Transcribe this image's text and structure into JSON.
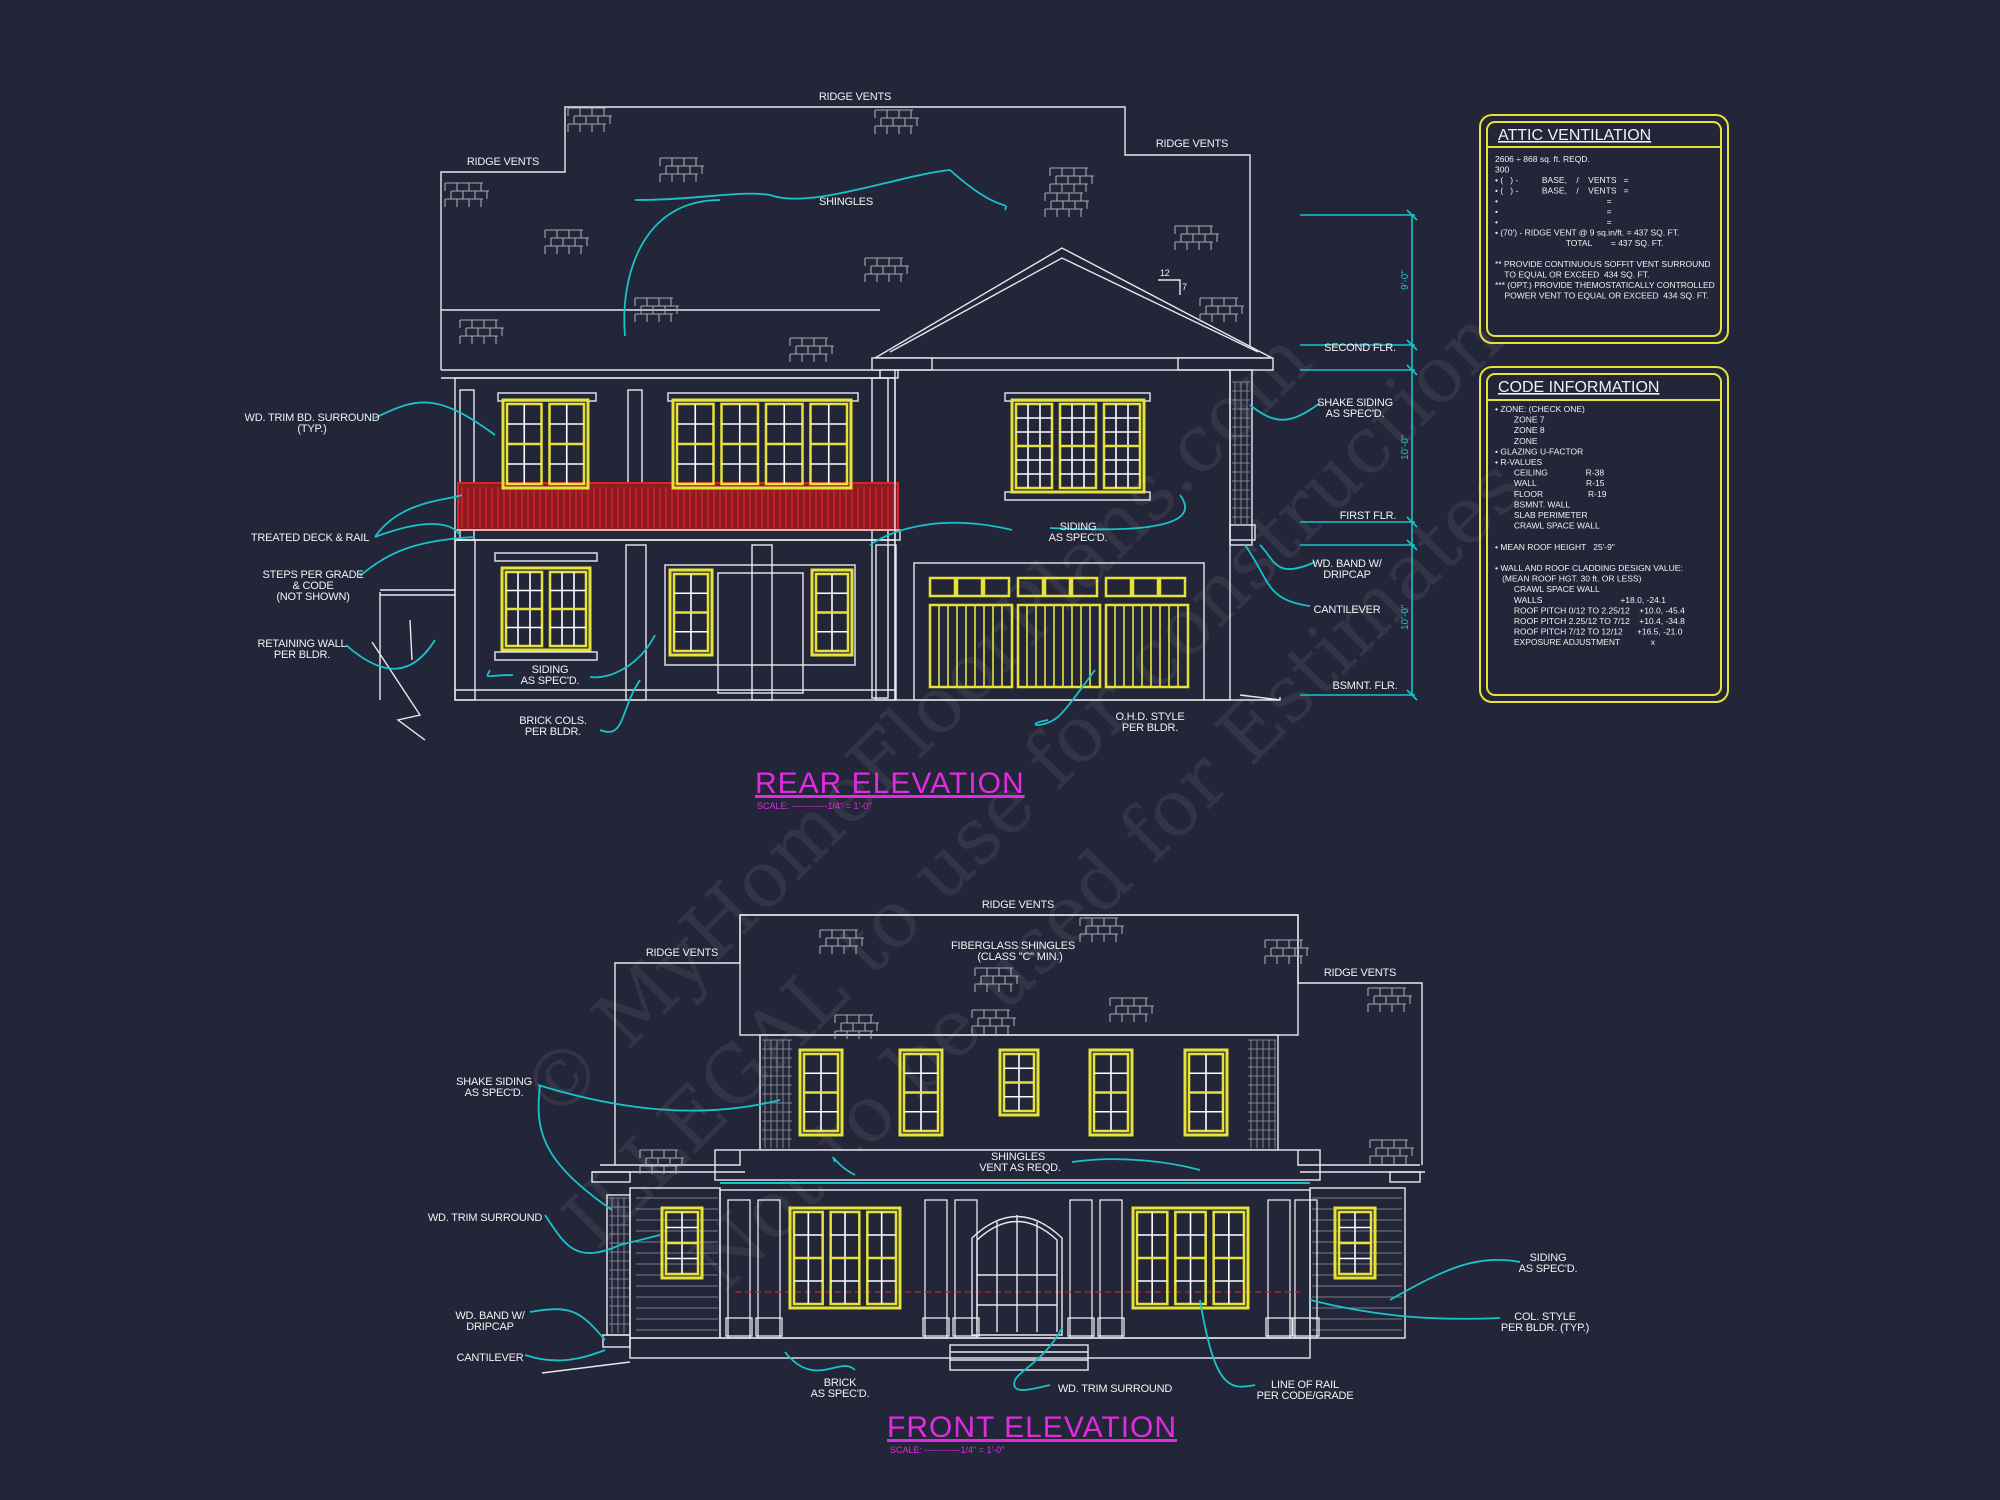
{
  "colors": {
    "background": "#232538",
    "linework": "#e8e8ec",
    "leader": "#19c3c9",
    "window": "#e6e23a",
    "rail": "#c8222a",
    "title": "#e02be0"
  },
  "watermark": [
    "© MyHomeFloorPlans.com",
    "ILLEGAL to use for construction",
    "Not to be used for Estimates"
  ],
  "rear": {
    "title": "REAR ELEVATION",
    "scale": "SCALE: ------------1/4\" = 1'-0\"",
    "labels": {
      "ridge_vents_top": "RIDGE VENTS",
      "ridge_vents_left": "RIDGE VENTS",
      "ridge_vents_right": "RIDGE VENTS",
      "shingles": "SHINGLES",
      "trim_1": "WD. TRIM BD. SURROUND",
      "trim_2": "(TYP.)",
      "deck": "TREATED DECK & RAIL",
      "steps_1": "STEPS PER GRADE",
      "steps_2": "& CODE",
      "steps_3": "(NOT SHOWN)",
      "retain_1": "RETAINING WALL",
      "retain_2": "PER BLDR.",
      "siding_l1": "SIDING",
      "siding_l2": "AS SPEC'D.",
      "siding_r1": "SIDING",
      "siding_r2": "AS SPEC'D.",
      "brick_1": "BRICK COLS.",
      "brick_2": "PER BLDR.",
      "ohd_1": "O.H.D. STYLE",
      "ohd_2": "PER BLDR.",
      "shake_1": "SHAKE SIDING",
      "shake_2": "AS SPEC'D.",
      "band_1": "WD. BAND W/",
      "band_2": "DRIPCAP",
      "cantilever": "CANTILEVER",
      "second_flr": "SECOND FLR.",
      "first_flr": "FIRST FLR.",
      "bsmnt_flr": "BSMNT. FLR.",
      "pitch_rise": "12",
      "pitch_run": "7"
    },
    "dimensions": [
      "9'-0\"",
      "10'-0\"",
      "10'-0\""
    ]
  },
  "front": {
    "title": "FRONT ELEVATION",
    "scale": "SCALE: ------------1/4\" = 1'-0\"",
    "labels": {
      "ridge_vents_top": "RIDGE VENTS",
      "ridge_vents_left": "RIDGE VENTS",
      "ridge_vents_right": "RIDGE VENTS",
      "fiberglass_1": "FIBERGLASS SHINGLES",
      "fiberglass_2": "(CLASS \"C\" MIN.)",
      "shake_1": "SHAKE SIDING",
      "shake_2": "AS SPEC'D.",
      "shingles_1": "SHINGLES",
      "shingles_2": "VENT AS REQD.",
      "trim": "WD. TRIM SURROUND",
      "band_1": "WD. BAND W/",
      "band_2": "DRIPCAP",
      "cantilever": "CANTILEVER",
      "brick_1": "BRICK",
      "brick_2": "AS SPEC'D.",
      "trim_bottom": "WD. TRIM SURROUND",
      "rail_1": "LINE OF RAIL",
      "rail_2": "PER CODE/GRADE",
      "siding_1": "SIDING",
      "siding_2": "AS SPEC'D.",
      "col_1": "COL. STYLE",
      "col_2": "PER BLDR. (TYP.)"
    }
  },
  "attic": {
    "title": "ATTIC VENTILATION",
    "lines": [
      "2606 ÷ 868 sq. ft. REQD.",
      "300",
      "• (   ) -          BASE,    /    VENTS   =",
      "• (   ) -          BASE,    /    VENTS   =",
      "•                                              =",
      "•                                              =",
      "•                                              =",
      "• (70') - RIDGE VENT @ 9 sq.in/ft. = 437 SQ. FT.",
      "                              TOTAL        = 437 SQ. FT.",
      "",
      "** PROVIDE CONTINUOUS SOFFIT VENT SURROUND",
      "    TO EQUAL OR EXCEED  434 SQ. FT.",
      "*** (OPT.) PROVIDE THEMOSTATICALLY CONTROLLED",
      "    POWER VENT TO EQUAL OR EXCEED  434 SQ. FT."
    ]
  },
  "code": {
    "title": "CODE INFORMATION",
    "lines": [
      "• ZONE: (CHECK ONE)",
      "        ZONE 7",
      "        ZONE 8",
      "        ZONE",
      "• GLAZING U-FACTOR",
      "• R-VALUES",
      "        CEILING                R-38",
      "        WALL                     R-15",
      "        FLOOR                   R-19",
      "        BSMNT. WALL",
      "        SLAB PERIMETER",
      "        CRAWL SPACE WALL",
      "",
      "• MEAN ROOF HEIGHT   25'-9\"",
      "",
      "• WALL AND ROOF CLADDING DESIGN VALUE:",
      "   (MEAN ROOF HGT. 30 ft. OR LESS)",
      "        CRAWL SPACE WALL",
      "        WALLS                                 +18.0, -24.1",
      "        ROOF PITCH 0/12 TO 2.25/12    +10.0, -45.4",
      "        ROOF PITCH 2.25/12 TO 7/12    +10.4, -34.8",
      "        ROOF PITCH 7/12 TO 12/12      +16.5, -21.0",
      "        EXPOSURE ADJUSTMENT             x"
    ]
  }
}
